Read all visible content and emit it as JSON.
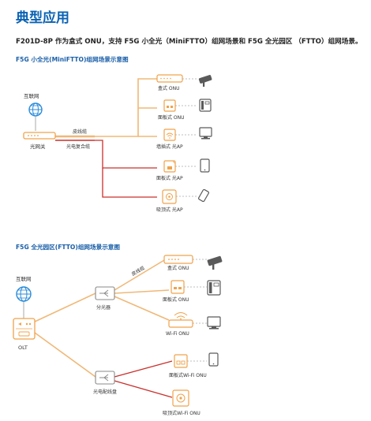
{
  "page_title": "典型应用",
  "intro": "F201D-8P 作为盒式 ONU，支持 F5G 小全光（MiniFTTO）组网场景和 F5G 全光园区 （FTTO）组网场景。",
  "diagram1": {
    "title": "F5G 小全光(MiniFTTO)组网场景示意图",
    "internet_label": "互联网",
    "core_label": "光网关",
    "cable_upper_label": "皮线缆",
    "cable_lower_label": "光电复合缆",
    "devices": [
      {
        "label": "盒式 ONU"
      },
      {
        "label": "面板式 ONU"
      },
      {
        "label": "墙插式 光AP"
      },
      {
        "label": "面板式 光AP"
      },
      {
        "label": "吸顶式 光AP"
      }
    ]
  },
  "diagram2": {
    "title": "F5G 全光园区(FTTO)组网场景示意图",
    "internet_label": "互联网",
    "olt_label": "OLT",
    "splitter_label": "分光器",
    "distribution_label": "光电配线盘",
    "cable_label": "皮线缆",
    "devices": [
      {
        "label": "盒式 ONU"
      },
      {
        "label": "面板式 ONU"
      },
      {
        "label": "Wi-Fi ONU"
      },
      {
        "label": "面板式Wi-Fi ONU"
      },
      {
        "label": "吸顶式Wi-Fi ONU"
      }
    ]
  },
  "colors": {
    "title_blue": "#0a62b3",
    "section_blue": "#1a5fa8",
    "fiber_orange": "#f0b877",
    "composite_red": "#c9302c",
    "device_orange": "#f0a24a",
    "terminal_gray": "#5a5a5a",
    "globe_blue": "#2a8bd8"
  },
  "icons": [
    "globe-icon",
    "camera-icon",
    "phone-icon",
    "computer-icon",
    "tablet-icon",
    "smartphone-icon"
  ]
}
